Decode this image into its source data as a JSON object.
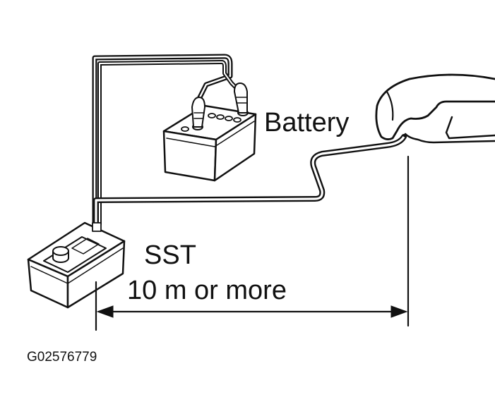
{
  "labels": {
    "battery": "Battery",
    "sst": "SST",
    "distance": "10 m or more",
    "figure_id": "G02576779"
  },
  "colors": {
    "ink": "#111111",
    "background": "#ffffff"
  }
}
